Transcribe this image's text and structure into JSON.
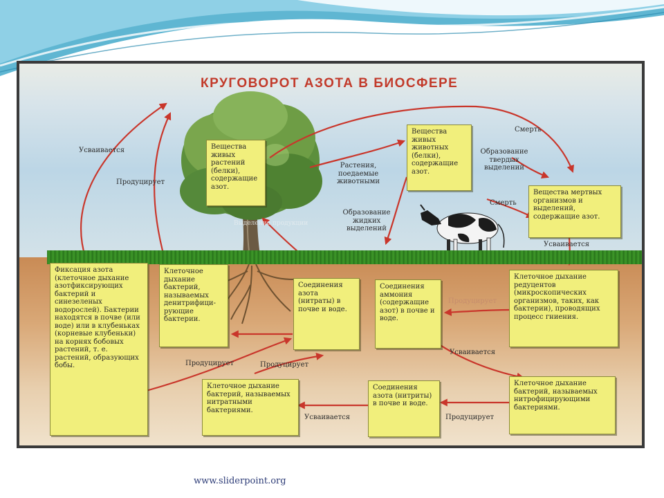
{
  "title": "КРУГОВОРОТ АЗОТА В БИОСФЕРЕ",
  "boxes": {
    "plants": "Вещества живых растений (белки), содержащие азот.",
    "animals": "Вещества живых животных (белки), содержащие азот.",
    "dead": "Вещества мертвых организмов и выделений, содержащие азот.",
    "fixation": "Фиксация азота (клеточное дыхание азотфиксирующих бактерий и синезеленых водорослей). Бактерии находятся в почве (или воде) или в клубеньках (корневые клубеньки) на корнях бобовых растений, т. е. растений, образующих бобы.",
    "denitrif": "Клеточное дыхание бактерий, называемых денитрифици-рующие бактерии.",
    "nitrates": "Соединения азота (нитраты) в почве и воде.",
    "ammonia": "Соединения аммония (содержащие азот) в почве и воде.",
    "reducers": "Клеточное дыхание редуцентов (микроскопических организмов, таких, как бактерии), проводящих процесс гниения.",
    "nitrate_bact": "Клеточное дыхание бактерий, называемых нитратными бактериями.",
    "nitrites": "Соединения азота (нитриты) в почве и воде.",
    "nitrifying": "Клеточное дыхание бактерий, называемых нитрофицирующими бактериями."
  },
  "labels": {
    "absorbed_top": "Усваивается",
    "produces_top": "Продуцирует",
    "eaten": "Растения, поедаемые животными",
    "death1": "Смерть",
    "death2": "Смерть",
    "solid": "Образование твердых выделений",
    "liquid": "Образование жидких выделений",
    "absorbed_right": "Усваивается",
    "produces_faded": "Продуцирует",
    "absorbed_mid": "Усваивается",
    "produces_left": "Продуцирует",
    "produces_mid": "Продуцирует",
    "absorbed_bottom": "Усваивается",
    "produces_bottom": "Продуцирует",
    "tree_label": "Выделение продукции"
  },
  "footer": "www.sliderpoint.org",
  "colors": {
    "arrow": "#c9362b",
    "box": "#f1ef7c",
    "title": "#c23a2a",
    "footer": "#2d3c77"
  }
}
